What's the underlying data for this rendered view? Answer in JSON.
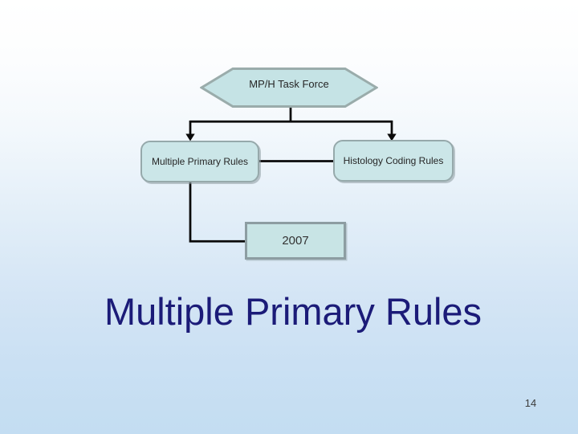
{
  "slide": {
    "diagram": {
      "task_force_label": "MP/H Task Force",
      "multiple_primary_label": "Multiple Primary Rules",
      "histology_coding_label": "Histology Coding Rules",
      "year_label": "2007"
    },
    "title": "Multiple Primary Rules",
    "page_number": "14",
    "colors": {
      "node_fill": "#cbe6e8",
      "node_border": "#96a9ab",
      "connector_line": "#0a0a0a",
      "title_text": "#1b1b78",
      "node_text": "#262626",
      "background_top": "#ffffff",
      "background_bottom": "#c3ddf2"
    }
  }
}
